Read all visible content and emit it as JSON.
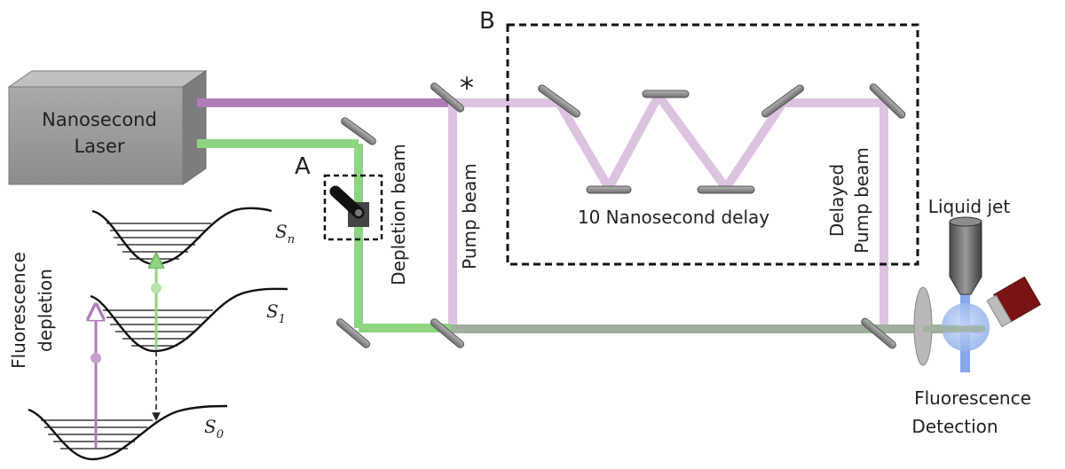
{
  "labels": {
    "laser_line1": "Nanosecond",
    "laser_line2": "Laser",
    "box_a": "A",
    "box_b": "B",
    "star": "*",
    "delay": "10 Nanosecond delay",
    "depletion_beam": "Depletion beam",
    "pump_beam": "Pump beam",
    "delayed_line1": "Delayed",
    "delayed_line2": "Pump beam",
    "liquid_jet": "Liquid jet",
    "fluor_det_line1": "Fluorescence",
    "fluor_det_line2": "Detection",
    "fluor_dep_line1": "Fluorescence",
    "fluor_dep_line2": "depletion",
    "s_n": "S",
    "s_n_sub": "n",
    "s_1": "S",
    "s_1_sub": "1",
    "s_0": "S",
    "s_0_sub": "0"
  },
  "colors": {
    "pump": "#b07cb8",
    "pump_light": "#dcc4e0",
    "depletion": "#8fd483",
    "combined": "#9fb09c",
    "laser_box": "#9a9a9a",
    "mirror": "#8a8a8a",
    "focus_blue": "#7c9fe8",
    "detector": "#7a1414"
  }
}
